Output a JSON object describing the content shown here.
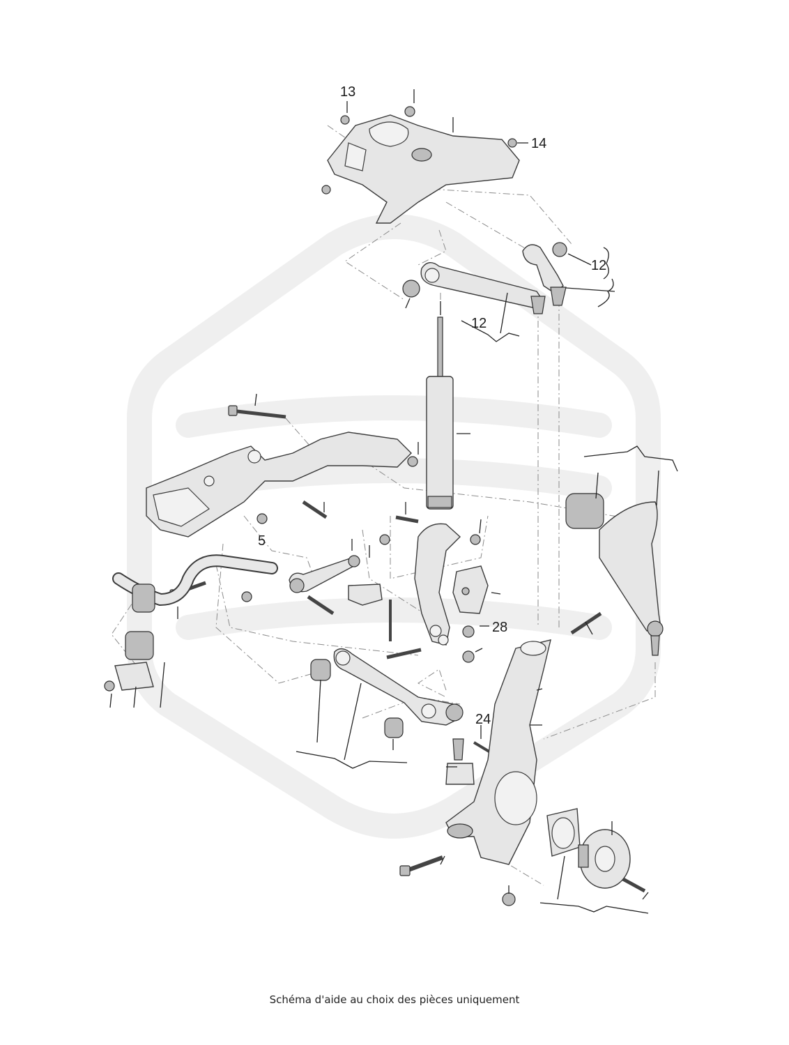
{
  "callouts": {
    "c13": "13",
    "c14": "14",
    "c12a": "12",
    "c12b": "12",
    "c5": "5",
    "c28": "28",
    "c24": "24"
  },
  "caption": "Schéma d'aide au choix des pièces uniquement"
}
